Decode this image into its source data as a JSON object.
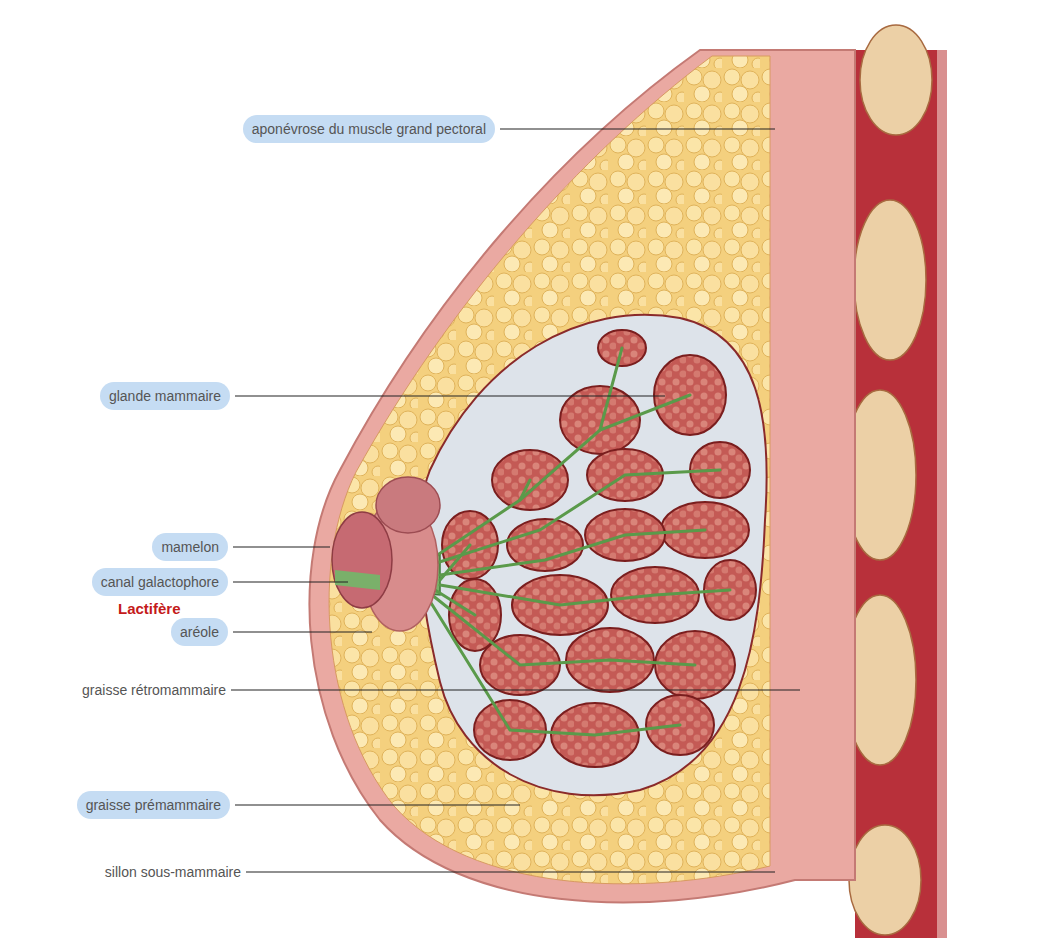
{
  "diagram": {
    "nodes": [
      {
        "text": [
          "aponévrose du muscle grand pectoral"
        ]
      },
      {
        "text": [
          "glande mammaire"
        ]
      },
      {
        "text": [
          "mamelon"
        ]
      },
      {
        "text": [
          "canal galactophore"
        ]
      },
      {
        "text": [
          "aréole"
        ]
      },
      {
        "text": [
          "graisse prémammaire"
        ]
      }
    ],
    "labels": [
      "Lactifère",
      "graisse rétromammaire",
      "sillon sous-mammaire"
    ]
  }
}
